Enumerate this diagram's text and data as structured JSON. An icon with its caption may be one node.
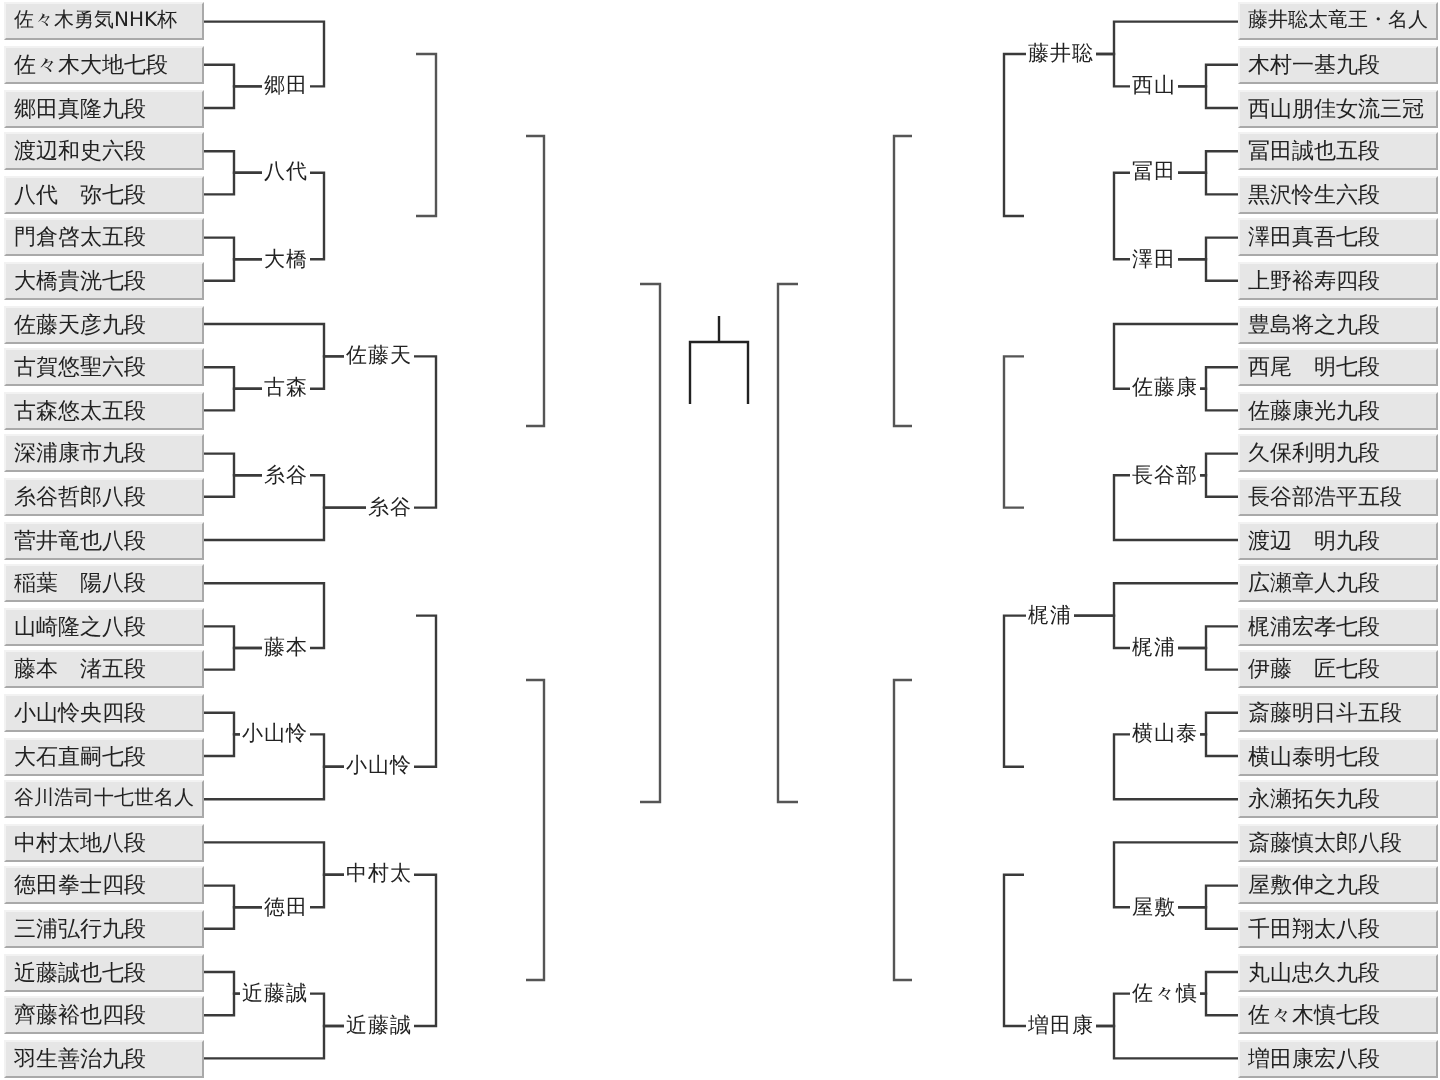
{
  "diagram": {
    "nodes": [
      {
        "text": [
          "佐々木勇気NHK杯"
        ]
      },
      {
        "text": [
          "佐々木大地七段"
        ]
      },
      {
        "text": [
          "郷田真隆九段"
        ]
      },
      {
        "text": [
          "渡辺和史六段"
        ]
      },
      {
        "text": [
          "八代　弥七段"
        ]
      },
      {
        "text": [
          "門倉啓太五段"
        ]
      },
      {
        "text": [
          "大橋貴洸七段"
        ]
      },
      {
        "text": [
          "佐藤天彦九段"
        ]
      },
      {
        "text": [
          "古賀悠聖六段"
        ]
      },
      {
        "text": [
          "古森悠太五段"
        ]
      },
      {
        "text": [
          "深浦康市九段"
        ]
      },
      {
        "text": [
          "糸谷哲郎八段"
        ]
      },
      {
        "text": [
          "菅井竜也八段"
        ]
      },
      {
        "text": [
          "稲葉　陽八段"
        ]
      },
      {
        "text": [
          "山崎隆之八段"
        ]
      },
      {
        "text": [
          "藤本　渚五段"
        ]
      },
      {
        "text": [
          "小山怜央四段"
        ]
      },
      {
        "text": [
          "大石直嗣七段"
        ]
      },
      {
        "text": [
          "谷川浩司十七世名人"
        ]
      },
      {
        "text": [
          "中村太地八段"
        ]
      },
      {
        "text": [
          "徳田拳士四段"
        ]
      },
      {
        "text": [
          "三浦弘行九段"
        ]
      },
      {
        "text": [
          "近藤誠也七段"
        ]
      },
      {
        "text": [
          "齊藤裕也四段"
        ]
      },
      {
        "text": [
          "羽生善治九段"
        ]
      },
      {
        "text": [
          "郷田"
        ]
      },
      {
        "text": [
          "八代"
        ]
      },
      {
        "text": [
          "大橋"
        ]
      },
      {
        "text": [
          "古森"
        ]
      },
      {
        "text": [
          "糸谷"
        ]
      },
      {
        "text": [
          "藤本"
        ]
      },
      {
        "text": [
          "小山怜"
        ]
      },
      {
        "text": [
          "徳田"
        ]
      },
      {
        "text": [
          "近藤誠"
        ]
      },
      {
        "text": [
          "佐藤天"
        ]
      },
      {
        "text": [
          "糸谷"
        ]
      },
      {
        "text": [
          "小山怜"
        ]
      },
      {
        "text": [
          "中村太"
        ]
      },
      {
        "text": [
          "近藤誠"
        ]
      },
      {
        "text": [
          "藤井聡"
        ]
      },
      {
        "text": [
          "梶浦"
        ]
      },
      {
        "text": [
          "増田康"
        ]
      },
      {
        "text": [
          "西山"
        ]
      },
      {
        "text": [
          "冨田"
        ]
      },
      {
        "text": [
          "澤田"
        ]
      },
      {
        "text": [
          "佐藤康"
        ]
      },
      {
        "text": [
          "長谷部"
        ]
      },
      {
        "text": [
          "梶浦"
        ]
      },
      {
        "text": [
          "横山泰"
        ]
      },
      {
        "text": [
          "屋敷"
        ]
      },
      {
        "text": [
          "佐々慎"
        ]
      },
      {
        "text": [
          "藤井聡太竜王・名人"
        ]
      },
      {
        "text": [
          "木村一基九段"
        ]
      },
      {
        "text": [
          "西山朋佳女流三冠"
        ]
      },
      {
        "text": [
          "冨田誠也五段"
        ]
      },
      {
        "text": [
          "黒沢怜生六段"
        ]
      },
      {
        "text": [
          "澤田真吾七段"
        ]
      },
      {
        "text": [
          "上野裕寿四段"
        ]
      },
      {
        "text": [
          "豊島将之九段"
        ]
      },
      {
        "text": [
          "西尾　明七段"
        ]
      },
      {
        "text": [
          "佐藤康光九段"
        ]
      },
      {
        "text": [
          "久保利明九段"
        ]
      },
      {
        "text": [
          "長谷部浩平五段"
        ]
      },
      {
        "text": [
          "渡辺　明九段"
        ]
      },
      {
        "text": [
          "広瀬章人九段"
        ]
      },
      {
        "text": [
          "梶浦宏孝七段"
        ]
      },
      {
        "text": [
          "伊藤　匠七段"
        ]
      },
      {
        "text": [
          "斎藤明日斗五段"
        ]
      },
      {
        "text": [
          "横山泰明七段"
        ]
      },
      {
        "text": [
          "永瀬拓矢九段"
        ]
      },
      {
        "text": [
          "斎藤慎太郎八段"
        ]
      },
      {
        "text": [
          "屋敷伸之九段"
        ]
      },
      {
        "text": [
          "千田翔太八段"
        ]
      },
      {
        "text": [
          "丸山忠久九段"
        ]
      },
      {
        "text": [
          "佐々木慎七段"
        ]
      },
      {
        "text": [
          "増田康宏八段"
        ]
      }
    ],
    "edges": [
      {
        "from": 1,
        "to": 25,
        "arrow": "none"
      },
      {
        "from": 2,
        "to": 25,
        "arrow": "none"
      },
      {
        "from": 3,
        "to": 26,
        "arrow": "none"
      },
      {
        "from": 4,
        "to": 26,
        "arrow": "none"
      },
      {
        "from": 5,
        "to": 27,
        "arrow": "none"
      },
      {
        "from": 6,
        "to": 27,
        "arrow": "none"
      },
      {
        "from": 8,
        "to": 28,
        "arrow": "none"
      },
      {
        "from": 9,
        "to": 28,
        "arrow": "none"
      },
      {
        "from": 10,
        "to": 29,
        "arrow": "none"
      },
      {
        "from": 11,
        "to": 29,
        "arrow": "none"
      },
      {
        "from": 14,
        "to": 30,
        "arrow": "none"
      },
      {
        "from": 15,
        "to": 30,
        "arrow": "none"
      },
      {
        "from": 16,
        "to": 31,
        "arrow": "none"
      },
      {
        "from": 17,
        "to": 31,
        "arrow": "none"
      },
      {
        "from": 20,
        "to": 32,
        "arrow": "none"
      },
      {
        "from": 21,
        "to": 32,
        "arrow": "none"
      },
      {
        "from": 22,
        "to": 33,
        "arrow": "none"
      },
      {
        "from": 23,
        "to": 33,
        "arrow": "none"
      },
      {
        "from": 0,
        "to": 25,
        "arrow": "none"
      },
      {
        "from": 26,
        "to": 27,
        "arrow": "none"
      },
      {
        "from": 7,
        "to": 34,
        "arrow": "none"
      },
      {
        "from": 28,
        "to": 34,
        "arrow": "none"
      },
      {
        "from": 29,
        "to": 35,
        "arrow": "none"
      },
      {
        "from": 12,
        "to": 35,
        "arrow": "none"
      },
      {
        "from": 13,
        "to": 30,
        "arrow": "none"
      },
      {
        "from": 31,
        "to": 36,
        "arrow": "none"
      },
      {
        "from": 18,
        "to": 36,
        "arrow": "none"
      },
      {
        "from": 19,
        "to": 37,
        "arrow": "none"
      },
      {
        "from": 32,
        "to": 37,
        "arrow": "none"
      },
      {
        "from": 33,
        "to": 38,
        "arrow": "none"
      },
      {
        "from": 24,
        "to": 38,
        "arrow": "none"
      },
      {
        "from": 34,
        "to": 35,
        "arrow": "none"
      },
      {
        "from": 36,
        "to": null,
        "arrow": "none"
      },
      {
        "from": 37,
        "to": 38,
        "arrow": "none"
      },
      {
        "from": 39,
        "to": null,
        "arrow": "none"
      },
      {
        "from": 40,
        "to": null,
        "arrow": "none"
      },
      {
        "from": 41,
        "to": null,
        "arrow": "none"
      },
      {
        "from": 51,
        "to": 39,
        "arrow": "none"
      },
      {
        "from": 42,
        "to": 39,
        "arrow": "none"
      },
      {
        "from": 43,
        "to": 44,
        "arrow": "none"
      },
      {
        "from": 58,
        "to": 45,
        "arrow": "none"
      },
      {
        "from": 46,
        "to": 63,
        "arrow": "none"
      },
      {
        "from": 64,
        "to": 40,
        "arrow": "none"
      },
      {
        "from": 47,
        "to": 40,
        "arrow": "none"
      },
      {
        "from": 48,
        "to": 69,
        "arrow": "none"
      },
      {
        "from": 70,
        "to": 49,
        "arrow": "none"
      },
      {
        "from": 50,
        "to": 41,
        "arrow": "none"
      },
      {
        "from": 75,
        "to": 41,
        "arrow": "none"
      },
      {
        "from": 52,
        "to": 42,
        "arrow": "none"
      },
      {
        "from": 53,
        "to": 42,
        "arrow": "none"
      },
      {
        "from": 54,
        "to": 43,
        "arrow": "none"
      },
      {
        "from": 55,
        "to": 43,
        "arrow": "none"
      },
      {
        "from": 56,
        "to": 44,
        "arrow": "none"
      },
      {
        "from": 57,
        "to": 44,
        "arrow": "none"
      },
      {
        "from": 59,
        "to": 45,
        "arrow": "none"
      },
      {
        "from": 60,
        "to": 45,
        "arrow": "none"
      },
      {
        "from": 61,
        "to": 46,
        "arrow": "none"
      },
      {
        "from": 62,
        "to": 46,
        "arrow": "none"
      },
      {
        "from": 65,
        "to": 47,
        "arrow": "none"
      },
      {
        "from": 66,
        "to": 47,
        "arrow": "none"
      },
      {
        "from": 67,
        "to": 48,
        "arrow": "none"
      },
      {
        "from": 68,
        "to": 48,
        "arrow": "none"
      },
      {
        "from": 71,
        "to": 49,
        "arrow": "none"
      },
      {
        "from": 72,
        "to": 49,
        "arrow": "none"
      },
      {
        "from": 73,
        "to": 50,
        "arrow": "none"
      },
      {
        "from": 74,
        "to": 50,
        "arrow": "none"
      }
    ]
  }
}
